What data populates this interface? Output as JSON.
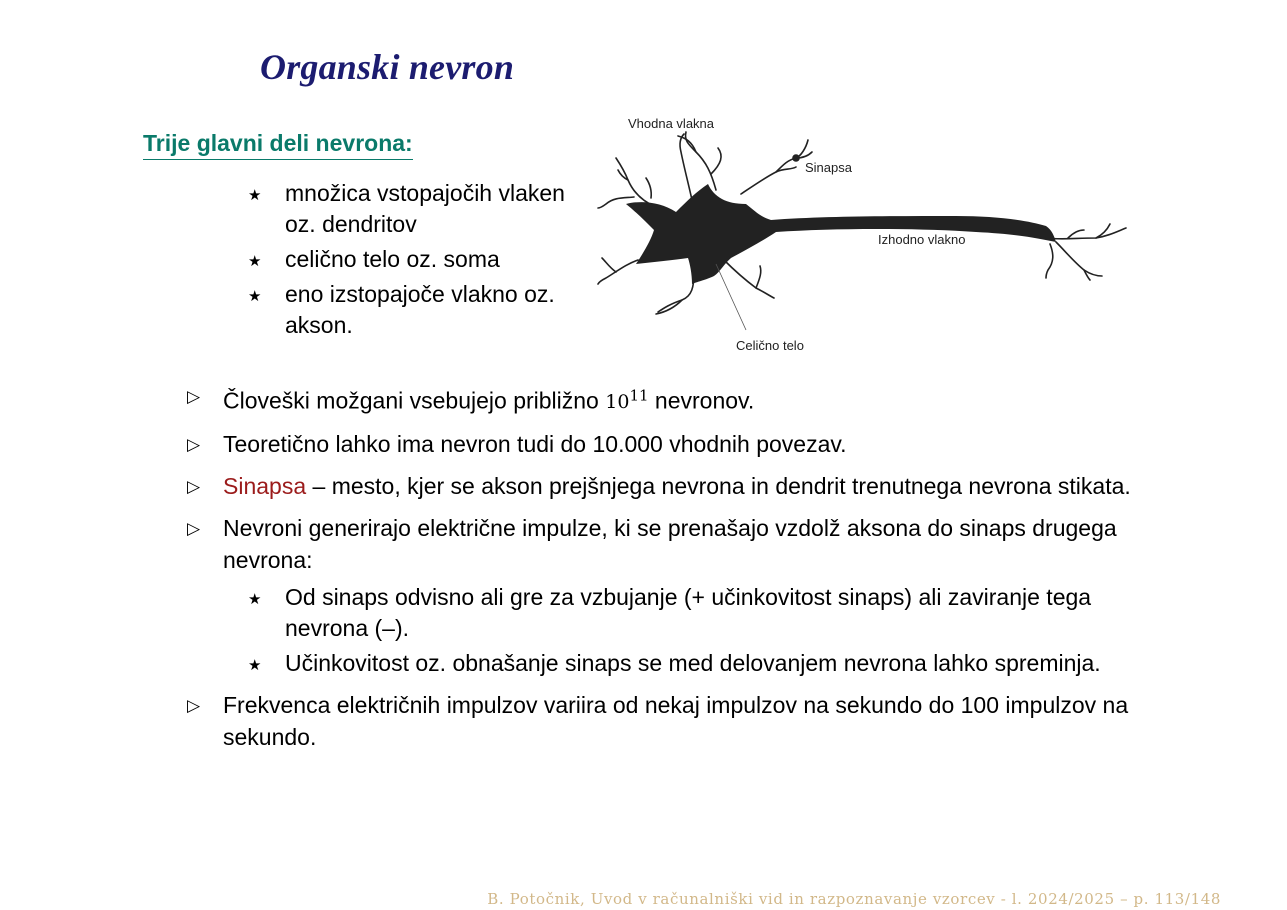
{
  "title": "Organski nevron",
  "parts": {
    "heading": "Trije glavni deli nevrona:",
    "items": [
      "množica vstopajočih vlaken oz. dendritov",
      "celično telo oz. soma",
      "eno izstopajoče vlakno oz. akson."
    ]
  },
  "figure": {
    "labels": {
      "inputs": "Vhodna vlakna",
      "synapse": "Sinapsa",
      "output": "Izhodno vlakno",
      "cell_body": "Celično telo"
    }
  },
  "bullets": {
    "b1_before": "Človeški možgani vsebujejo približno",
    "b1_base": "10",
    "b1_exp": "11",
    "b1_after": "nevronov.",
    "b2": "Teoretično lahko ima nevron tudi do 10.000 vhodnih povezav.",
    "b3_term": "Sinapsa",
    "b3_rest": "– mesto, kjer se akson prejšnjega nevrona in dendrit trenutnega nevrona stikata.",
    "b4": "Nevroni generirajo električne impulze, ki se prenašajo vzdolž aksona do sinaps drugega nevrona:",
    "b4_sub": [
      "Od sinaps odvisno ali gre za vzbujanje (+ učinkovitost sinaps) ali zaviranje tega nevrona (–).",
      "Učinkovitost oz. obnašanje sinaps se med delovanjem nevrona lahko spreminja."
    ],
    "b5": "Frekvenca električnih impulzov variira od nekaj impulzov na sekundo do 100 impulzov na sekundo."
  },
  "footer": "B. Potočnik, Uvod v računalniški vid in razpoznavanje vzorcev - l. 2024/2025 – p. 113/148"
}
